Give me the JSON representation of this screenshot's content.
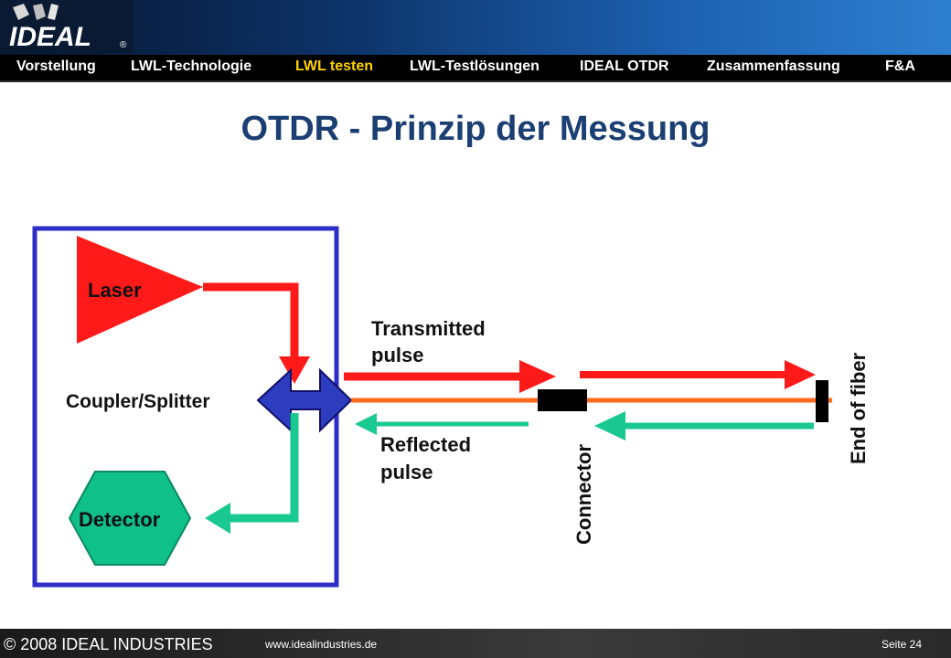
{
  "brand": {
    "logo_text": "IDEAL",
    "registered_mark": "®"
  },
  "nav": {
    "items": [
      {
        "label": "Vorstellung",
        "active": false
      },
      {
        "label": "LWL-Technologie",
        "active": false
      },
      {
        "label": "LWL testen",
        "active": true
      },
      {
        "label": "LWL-Testlösungen",
        "active": false
      },
      {
        "label": "IDEAL OTDR",
        "active": false
      },
      {
        "label": "Zusammenfassung",
        "active": false
      },
      {
        "label": "F&A",
        "active": false
      }
    ]
  },
  "slide": {
    "title": "OTDR - Prinzip der Messung"
  },
  "diagram": {
    "laser": "Laser",
    "coupler": "Coupler/Splitter",
    "detector": "Detector",
    "transmitted_1": "Transmitted",
    "transmitted_2": "pulse",
    "reflected_1": "Reflected",
    "reflected_2": "pulse",
    "connector": "Connector",
    "end_of_fiber": "End of fiber"
  },
  "footer": {
    "copyright": "© 2008 IDEAL INDUSTRIES",
    "url": "www.idealindustries.de",
    "page": "Seite 24"
  },
  "colors": {
    "accent_nav_active": "#ffd100",
    "title": "#1b3f73",
    "laser_red": "#ff1a1a",
    "reflected_green": "#19c98f",
    "fiber_orange": "#ff6a1a",
    "box_blue": "#2e2ec8"
  }
}
